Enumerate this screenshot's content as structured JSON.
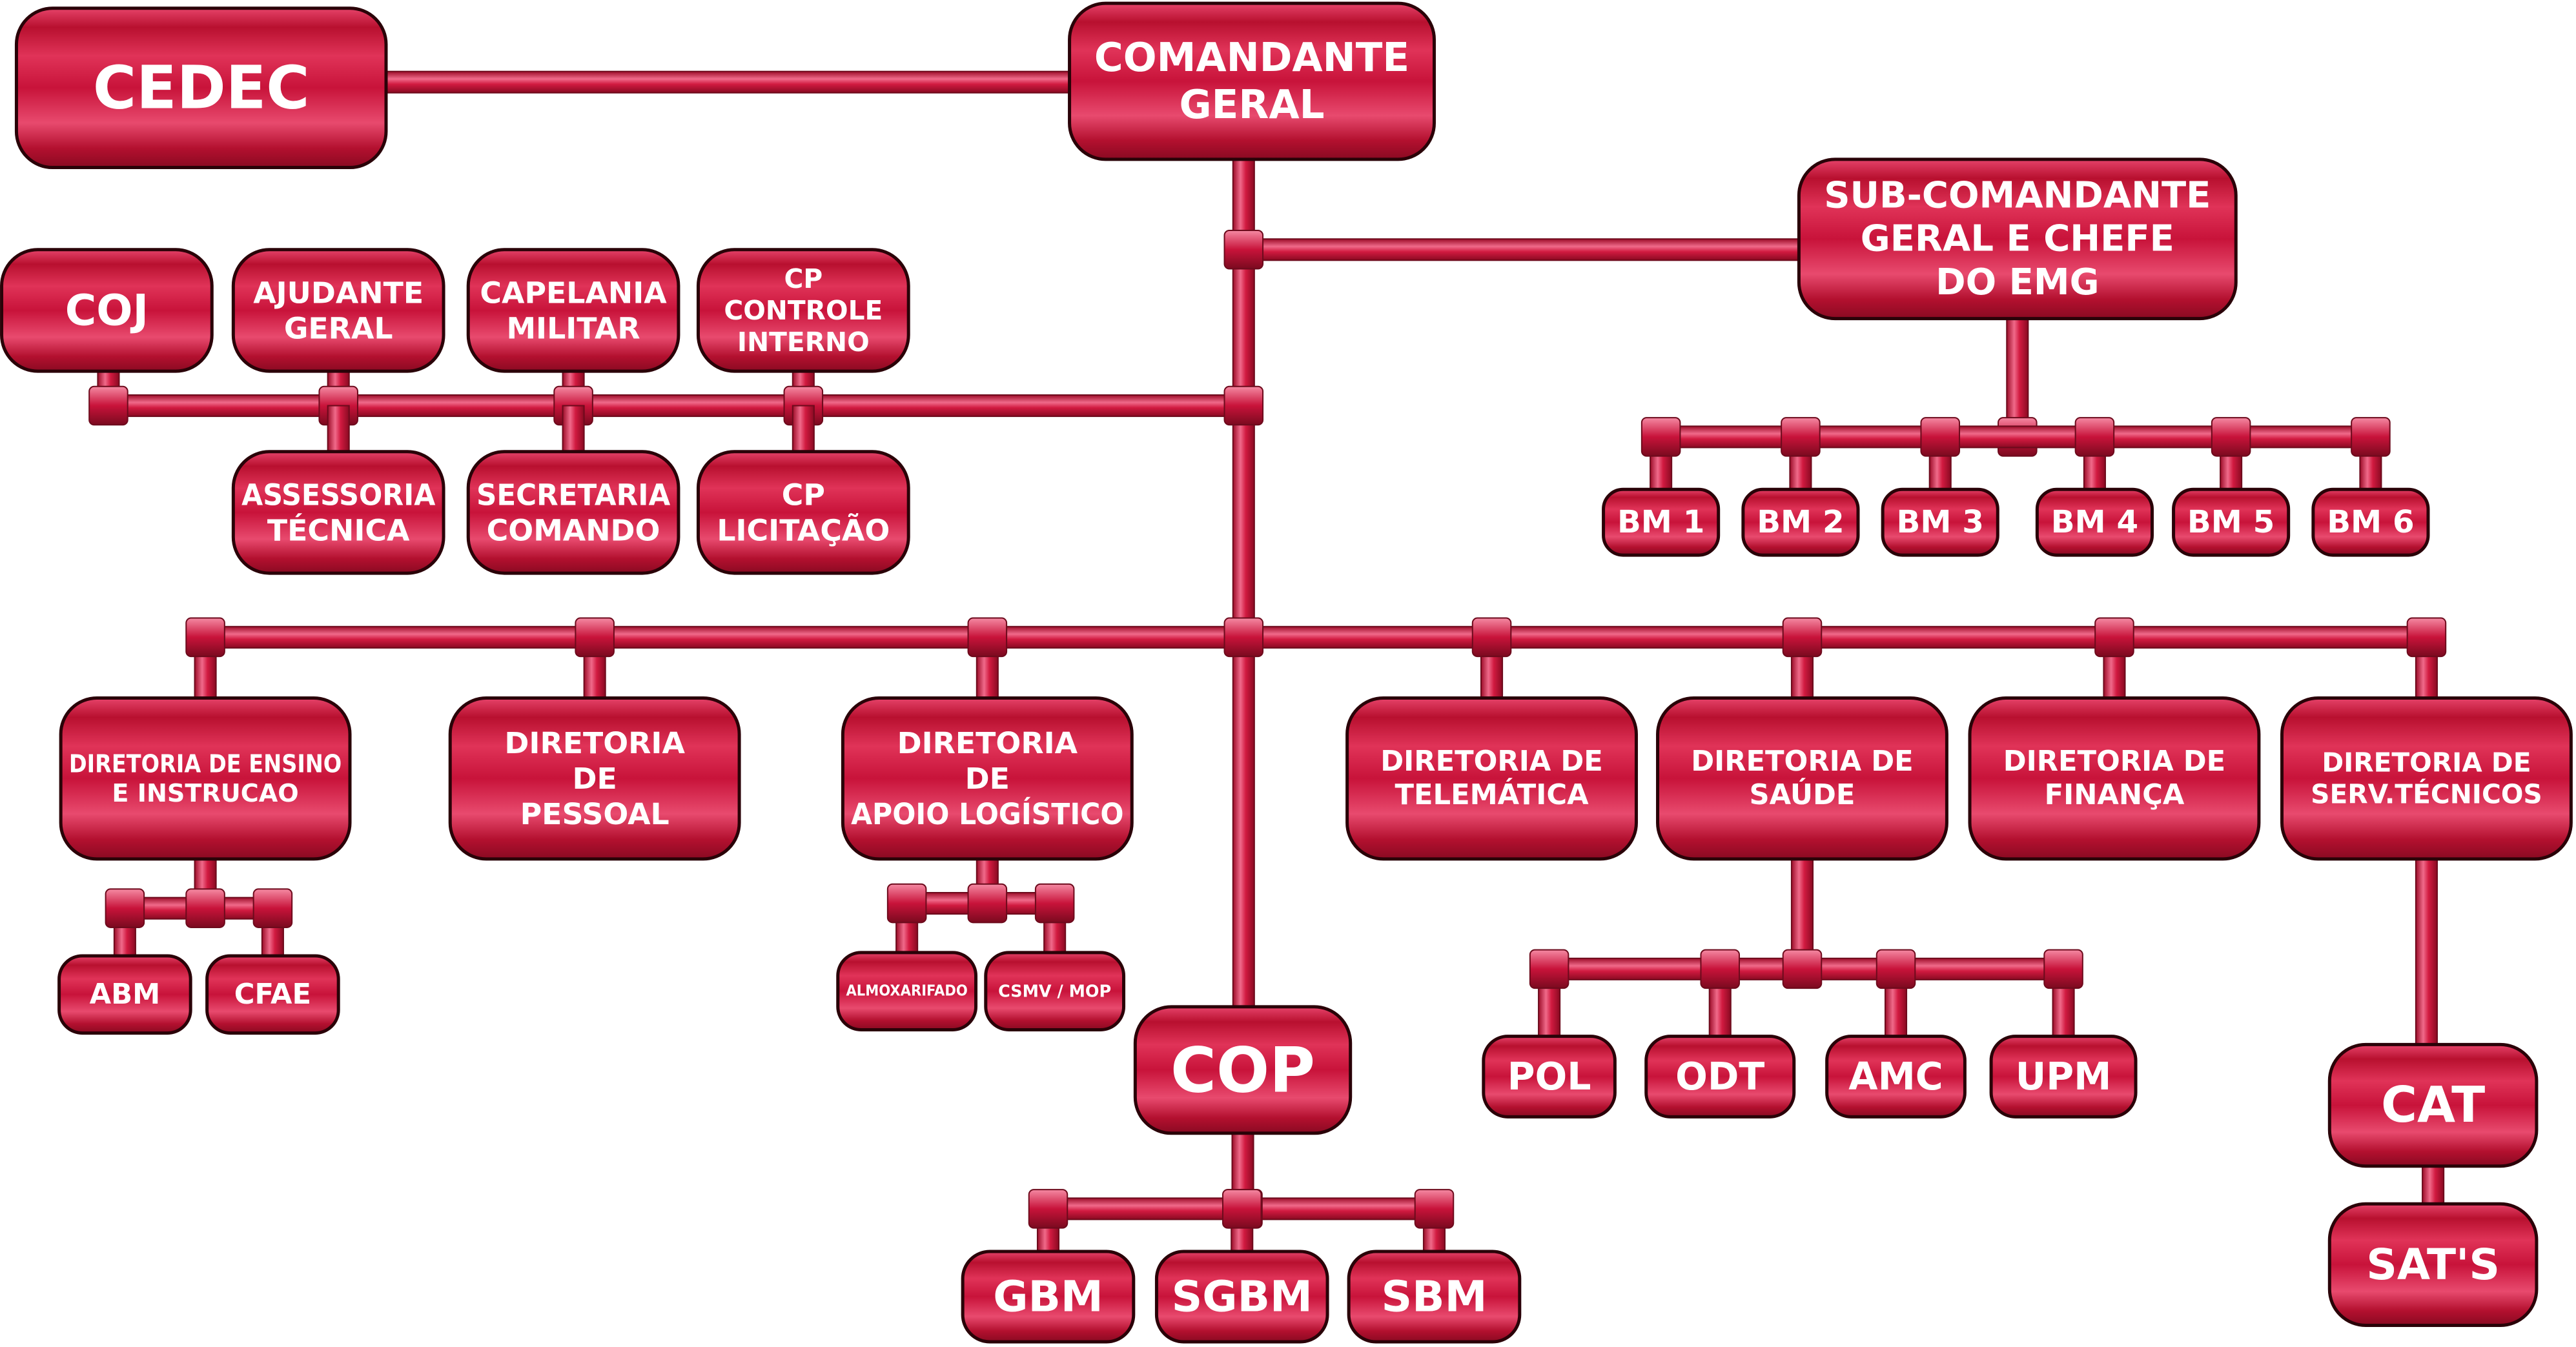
{
  "diagram": {
    "type": "organization-chart",
    "colors": {
      "box": "#c8133a",
      "box_dark": "#7a0a1f",
      "pipe": "#d11a40",
      "outline": "#2a0208",
      "text": "#ffffff"
    },
    "nodes": {
      "cedec": {
        "lines": [
          "CEDEC"
        ]
      },
      "comandante": {
        "lines": [
          "COMANDANTE",
          "GERAL"
        ]
      },
      "subcomandante": {
        "lines": [
          "SUB-COMANDANTE",
          "GERAL E CHEFE",
          "DO EMG"
        ]
      },
      "coj": {
        "lines": [
          "COJ"
        ]
      },
      "ajudante": {
        "lines": [
          "AJUDANTE",
          "GERAL"
        ]
      },
      "capelania": {
        "lines": [
          "CAPELANIA",
          "MILITAR"
        ]
      },
      "cp_controle": {
        "lines": [
          "CP",
          "CONTROLE",
          "INTERNO"
        ]
      },
      "assessoria": {
        "lines": [
          "ASSESSORIA",
          "TÉCNICA"
        ]
      },
      "secretaria": {
        "lines": [
          "SECRETARIA",
          "COMANDO"
        ]
      },
      "cp_licitacao": {
        "lines": [
          "CP",
          "LICITAÇÃO"
        ]
      },
      "bm1": {
        "lines": [
          "BM 1"
        ]
      },
      "bm2": {
        "lines": [
          "BM 2"
        ]
      },
      "bm3": {
        "lines": [
          "BM 3"
        ]
      },
      "bm4": {
        "lines": [
          "BM 4"
        ]
      },
      "bm5": {
        "lines": [
          "BM 5"
        ]
      },
      "bm6": {
        "lines": [
          "BM 6"
        ]
      },
      "dir_ensino": {
        "lines": [
          "DIRETORIA DE ENSINO",
          "E INSTRUCAO"
        ]
      },
      "dir_pessoal": {
        "lines": [
          "DIRETORIA",
          "DE",
          "PESSOAL"
        ]
      },
      "dir_apoio": {
        "lines": [
          "DIRETORIA",
          "DE",
          "APOIO LOGÍSTICO"
        ]
      },
      "dir_telematica": {
        "lines": [
          "DIRETORIA DE",
          "TELEMÁTICA"
        ]
      },
      "dir_saude": {
        "lines": [
          "DIRETORIA DE",
          "SAÚDE"
        ]
      },
      "dir_financa": {
        "lines": [
          "DIRETORIA DE",
          "FINANÇA"
        ]
      },
      "dir_serv": {
        "lines": [
          "DIRETORIA DE",
          "SERV.TÉCNICOS"
        ]
      },
      "abm": {
        "lines": [
          "ABM"
        ]
      },
      "cfae": {
        "lines": [
          "CFAE"
        ]
      },
      "almoxarifado": {
        "lines": [
          "ALMOXARIFADO"
        ]
      },
      "csmv": {
        "lines": [
          "CSMV / MOP"
        ]
      },
      "cop": {
        "lines": [
          "COP"
        ]
      },
      "gbm": {
        "lines": [
          "GBM"
        ]
      },
      "sgbm": {
        "lines": [
          "SGBM"
        ]
      },
      "sbm": {
        "lines": [
          "SBM"
        ]
      },
      "pol": {
        "lines": [
          "POL"
        ]
      },
      "odt": {
        "lines": [
          "ODT"
        ]
      },
      "amc": {
        "lines": [
          "AMC"
        ]
      },
      "upm": {
        "lines": [
          "UPM"
        ]
      },
      "cat": {
        "lines": [
          "CAT"
        ]
      },
      "sats": {
        "lines": [
          "SAT'S"
        ]
      }
    },
    "edges": [
      [
        "cedec",
        "comandante"
      ],
      [
        "comandante",
        "subcomandante"
      ],
      [
        "subcomandante",
        "bm1"
      ],
      [
        "subcomandante",
        "bm2"
      ],
      [
        "subcomandante",
        "bm3"
      ],
      [
        "subcomandante",
        "bm4"
      ],
      [
        "subcomandante",
        "bm5"
      ],
      [
        "subcomandante",
        "bm6"
      ],
      [
        "comandante",
        "coj"
      ],
      [
        "comandante",
        "ajudante"
      ],
      [
        "comandante",
        "capelania"
      ],
      [
        "comandante",
        "cp_controle"
      ],
      [
        "comandante",
        "assessoria"
      ],
      [
        "comandante",
        "secretaria"
      ],
      [
        "comandante",
        "cp_licitacao"
      ],
      [
        "comandante",
        "dir_ensino"
      ],
      [
        "comandante",
        "dir_pessoal"
      ],
      [
        "comandante",
        "dir_apoio"
      ],
      [
        "comandante",
        "dir_telematica"
      ],
      [
        "comandante",
        "dir_saude"
      ],
      [
        "comandante",
        "dir_financa"
      ],
      [
        "comandante",
        "dir_serv"
      ],
      [
        "comandante",
        "cop"
      ],
      [
        "dir_ensino",
        "abm"
      ],
      [
        "dir_ensino",
        "cfae"
      ],
      [
        "dir_apoio",
        "almoxarifado"
      ],
      [
        "dir_apoio",
        "csmv"
      ],
      [
        "cop",
        "gbm"
      ],
      [
        "cop",
        "sgbm"
      ],
      [
        "cop",
        "sbm"
      ],
      [
        "dir_saude",
        "pol"
      ],
      [
        "dir_saude",
        "odt"
      ],
      [
        "dir_saude",
        "amc"
      ],
      [
        "dir_saude",
        "upm"
      ],
      [
        "dir_serv",
        "cat"
      ],
      [
        "cat",
        "sats"
      ]
    ]
  }
}
